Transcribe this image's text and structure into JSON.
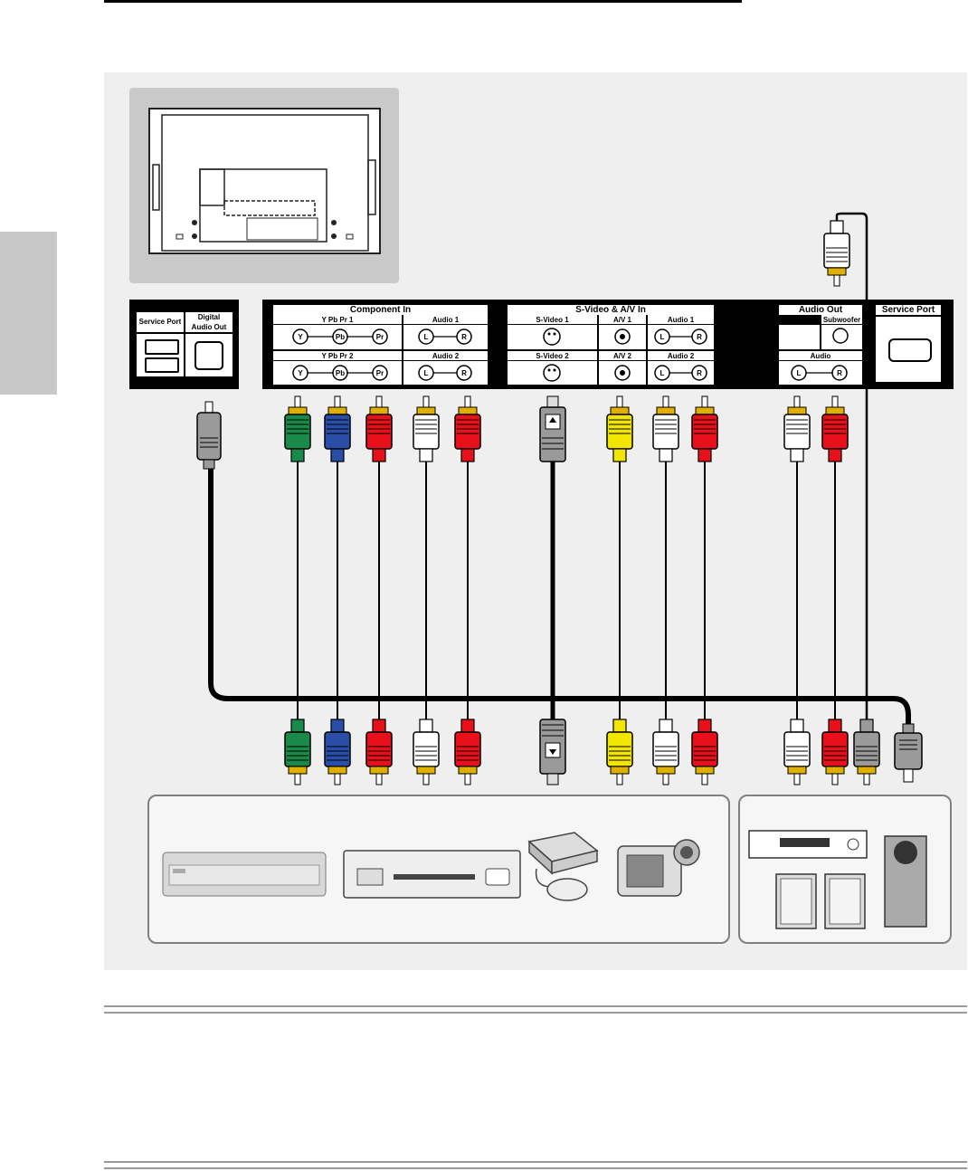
{
  "panels": {
    "left": {
      "service_port": "Service Port",
      "digital_audio_out": "Digital\nAudio Out"
    },
    "component_in": {
      "title": "Component  In",
      "row1_label": "Y Pb Pr  1",
      "row2_label": "Y Pb Pr   2",
      "audio1": "Audio 1",
      "audio2": "Audio 2",
      "jacks": [
        "Y",
        "Pb",
        "Pr"
      ],
      "lr": [
        "L",
        "R"
      ]
    },
    "svideo_av_in": {
      "title": "S-Video & A/V In",
      "svideo1": "S-Video 1",
      "av1": "A/V 1",
      "audio1": "Audio 1",
      "svideo2": "S-Video 2",
      "av2": "A/V 2",
      "audio2": "Audio 2"
    },
    "audio_out": {
      "title": "Audio Out",
      "subwoofer": "Subwoofer",
      "audio": "Audio"
    },
    "right": {
      "service_port": "Service Port"
    }
  },
  "colors": {
    "green": "#1a8a4a",
    "blue": "#2a4ea8",
    "red": "#e8101a",
    "white": "#ffffff",
    "yellow": "#f2e600",
    "gray": "#9a9a9a",
    "gold": "#e0b000"
  }
}
